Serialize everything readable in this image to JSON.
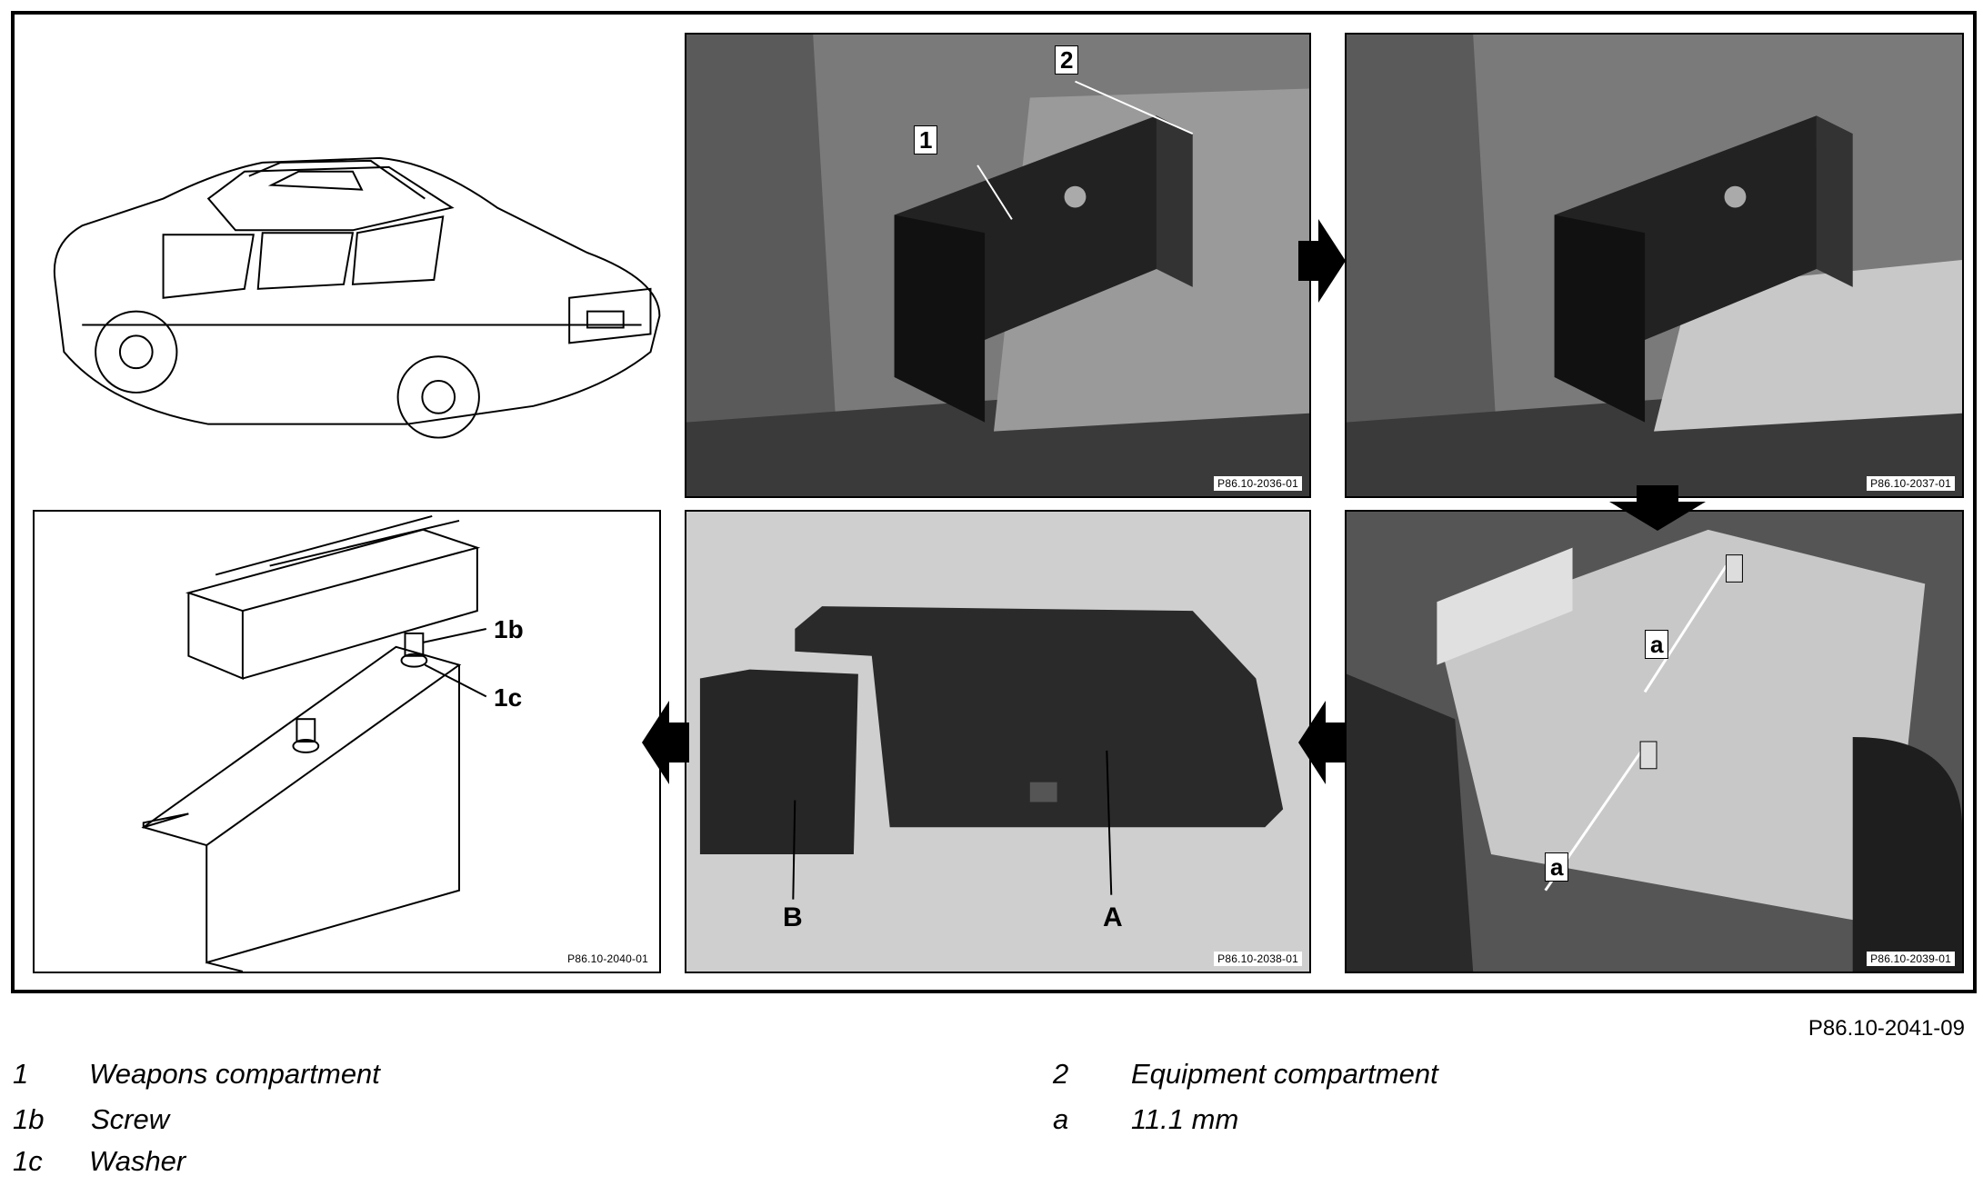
{
  "panels": {
    "overview": {
      "code": ""
    },
    "photo1": {
      "code": "P86.10-2036-01",
      "labels": {
        "l1": "1",
        "l2": "2"
      }
    },
    "photo2": {
      "code": "P86.10-2037-01"
    },
    "photo3": {
      "code": "P86.10-2039-01",
      "labels": {
        "a_upper": "a",
        "a_lower": "a"
      }
    },
    "photo4": {
      "code": "P86.10-2038-01",
      "labels": {
        "B": "B",
        "A": "A"
      }
    },
    "drawing": {
      "code": "P86.10-2040-01",
      "labels": {
        "l1b": "1b",
        "l1c": "1c"
      }
    }
  },
  "figure_code": "P86.10-2041-09",
  "legend": [
    {
      "key": "1",
      "text": "Weapons compartment"
    },
    {
      "key": "1b",
      "text": "Screw"
    },
    {
      "key": "1c",
      "text": "Washer"
    },
    {
      "key": "2",
      "text": "Equipment compartment"
    },
    {
      "key": "a",
      "text": "11.1 mm"
    }
  ],
  "colors": {
    "line": "#000000",
    "photo_dark": "#2a2a2a",
    "photo_mid": "#8a8a8a",
    "photo_light": "#cfcfcf",
    "background": "#ffffff"
  },
  "icons": {
    "sequence_arrow": "arrow-right-filled / arrow-down-filled / arrow-left-filled"
  }
}
